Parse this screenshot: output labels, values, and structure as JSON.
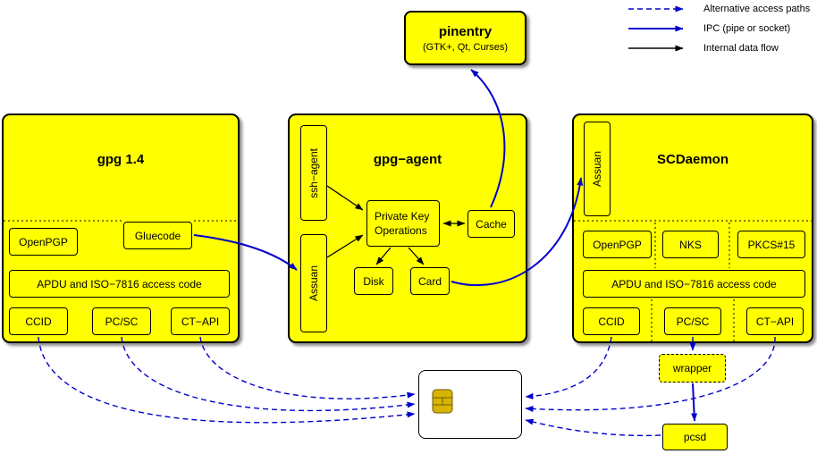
{
  "colors": {
    "box_fill": "#FFFF00",
    "ipc_blue": "#0000CC",
    "line_black": "#000000",
    "chip_gold": "#D8B400"
  },
  "legend": {
    "alt": "Alternative access paths",
    "ipc": "IPC (pipe or socket)",
    "internal": "Internal data flow"
  },
  "pinentry": {
    "title": "pinentry",
    "subtitle": "(GTK+, Qt, Curses)"
  },
  "gpg14": {
    "title": "gpg 1.4",
    "openpgp": "OpenPGP",
    "gluecode": "Gluecode",
    "apdu": "APDU and ISO−7816 access code",
    "ccid": "CCID",
    "pcsc": "PC/SC",
    "ctapi": "CT−API"
  },
  "agent": {
    "title": "gpg−agent",
    "ssh": "ssh−agent",
    "assuan": "Assuan",
    "pko1": "Private Key",
    "pko2": "Operations",
    "cache": "Cache",
    "disk": "Disk",
    "card": "Card"
  },
  "scd": {
    "title": "SCDaemon",
    "assuan": "Assuan",
    "openpgp": "OpenPGP",
    "nks": "NKS",
    "pkcs15": "PKCS#15",
    "apdu": "APDU and ISO−7816 access code",
    "ccid": "CCID",
    "pcsc": "PC/SC",
    "ctapi": "CT−API"
  },
  "external": {
    "wrapper": "wrapper",
    "pcsd": "pcsd"
  }
}
